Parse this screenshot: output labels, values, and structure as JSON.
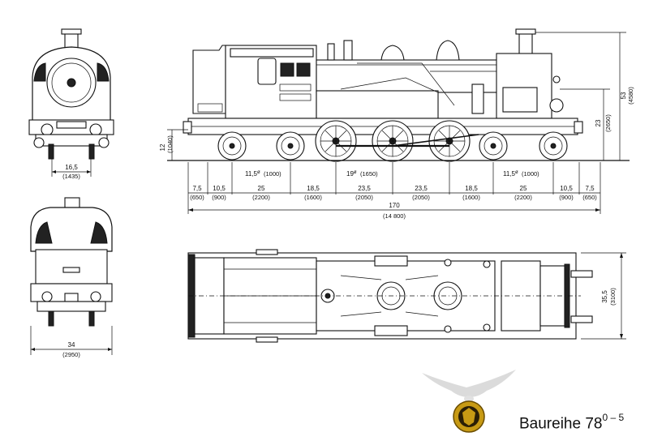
{
  "title": {
    "main": "Baureihe 78",
    "superscript": "0 – 5"
  },
  "dimensions": {
    "front_gauge": {
      "value": "16,5",
      "sub": "(1435)"
    },
    "rear_width": {
      "value": "34",
      "sub": "(2950)"
    },
    "side_left_height": {
      "value": "12",
      "sub": "(1040)"
    },
    "side_total_height": {
      "value": "53",
      "sub": "(4580)"
    },
    "side_boiler_height": {
      "value": "23",
      "sub": "(2650)"
    },
    "top_width": {
      "value": "35,5",
      "sub": "(3100)"
    },
    "wheel_small_left": {
      "value": "11,5",
      "unit": "ø",
      "sub": "(1000)"
    },
    "wheel_driving": {
      "value": "19",
      "unit": "ø",
      "sub": "(1650)"
    },
    "wheel_small_right": {
      "value": "11,5",
      "unit": "ø",
      "sub": "(1000)"
    },
    "total_length": {
      "value": "170",
      "sub": "(14 800)"
    },
    "segments": [
      {
        "value": "7,5",
        "sub": "(650)"
      },
      {
        "value": "10,5",
        "sub": "(900)"
      },
      {
        "value": "25",
        "sub": "(2200)"
      },
      {
        "value": "18,5",
        "sub": "(1600)"
      },
      {
        "value": "23,5",
        "sub": "(2050)"
      },
      {
        "value": "23,5",
        "sub": "(2050)"
      },
      {
        "value": "18,5",
        "sub": "(1600)"
      },
      {
        "value": "25",
        "sub": "(2200)"
      },
      {
        "value": "10,5",
        "sub": "(900)"
      },
      {
        "value": "7,5",
        "sub": "(650)"
      }
    ]
  },
  "icons": {
    "emblem": "eagle-watermark-icon",
    "seal": "reichsbahn-seal-icon"
  }
}
